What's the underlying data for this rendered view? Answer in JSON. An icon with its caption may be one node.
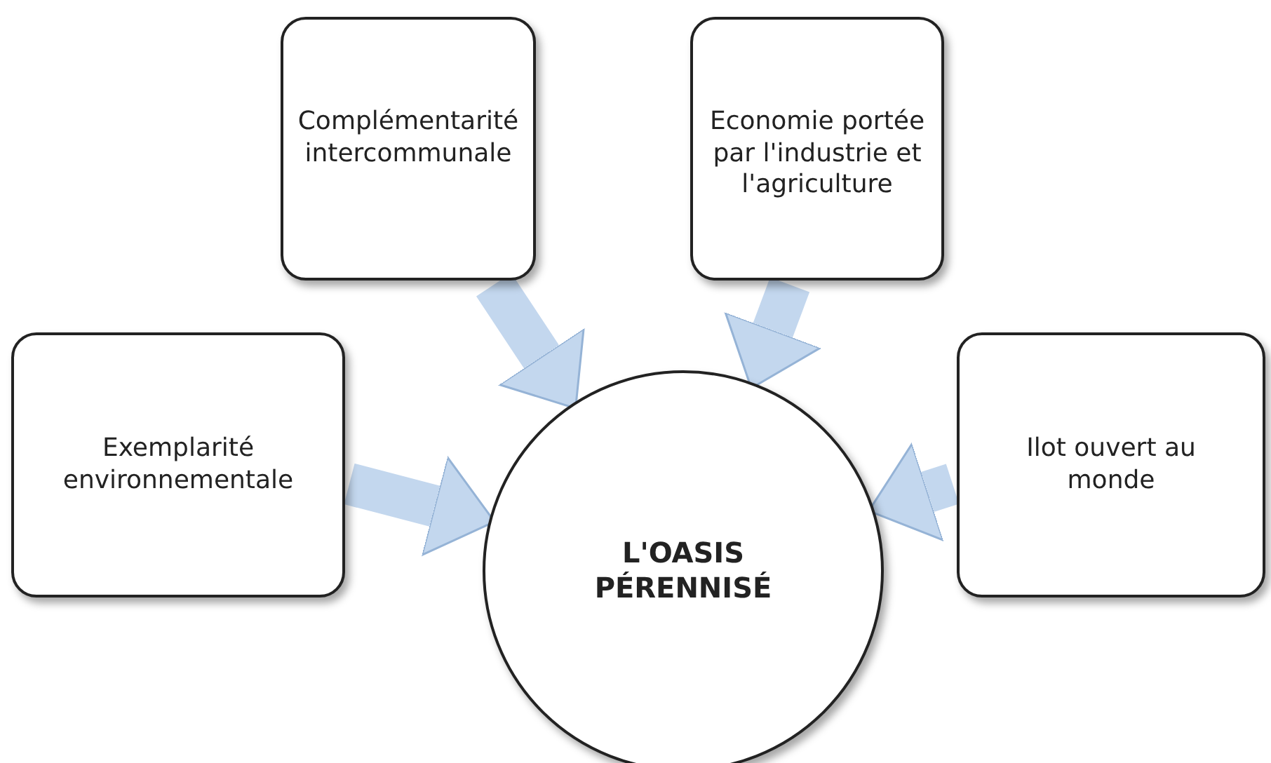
{
  "diagram": {
    "nodes": [
      {
        "text": [
          "Complémentarité intercommunale"
        ]
      },
      {
        "text": [
          "Economie portée par l'industrie et l'agriculture"
        ]
      },
      {
        "text": [
          "Exemplarité environnementale"
        ]
      },
      {
        "text": [
          "Ilot ouvert au monde"
        ]
      },
      {
        "text": [
          "L'OASIS PÉRENNISÉ"
        ]
      }
    ],
    "edges": [
      {
        "from": 0,
        "to": 4,
        "arrow": "to"
      },
      {
        "from": 1,
        "to": 4,
        "arrow": "to"
      },
      {
        "from": 2,
        "to": 4,
        "arrow": "to"
      },
      {
        "from": 3,
        "to": 4,
        "arrow": "to"
      }
    ]
  }
}
